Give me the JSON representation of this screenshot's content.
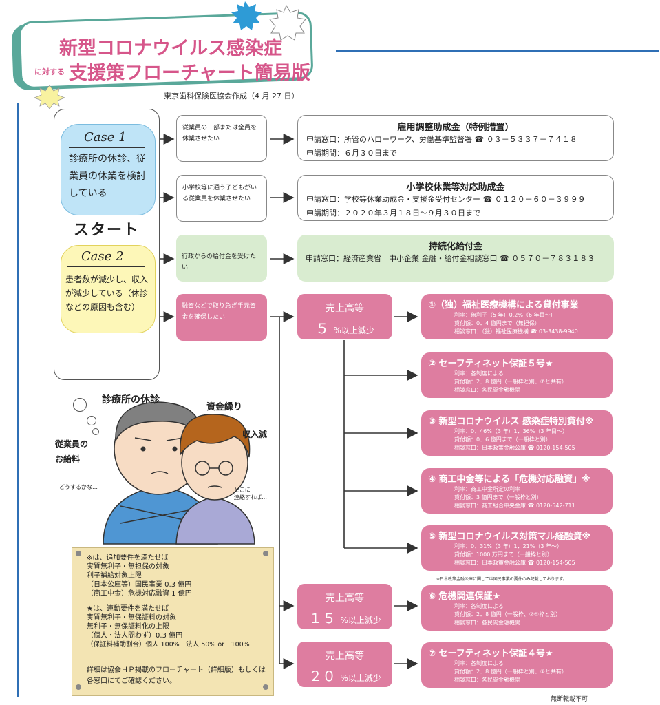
{
  "title": {
    "line1": "新型コロナウイルス感染症",
    "prefix": "に対する",
    "line2": "支援策フローチャート簡易版"
  },
  "author": "東京歯科保険医協会作成（4 月 27 日）",
  "start_label": "スタート",
  "case1": {
    "label": "Case 1",
    "text": "診療所の休診、従業員の休業を検討している"
  },
  "case2": {
    "label": "Case 2",
    "text": "患者数が減少し、収入が減少している（休診などの原因も含む）"
  },
  "mid_boxes": [
    "従業員の一部または全員を休業させたい",
    "小学校等に通う子どもがいる従業員を休業させたい",
    "行政からの給付金を受けたい",
    "融資などで取り急ぎ手元資金を確保したい"
  ],
  "programs": [
    {
      "title": "雇用調整助成金（特例措置）",
      "line1": "申請窓口：所管のハローワーク、労働基準監督署 ☎ ０３－５３３７－７４１８",
      "line2": "申請期間：６月３０日まで"
    },
    {
      "title": "小学校休業等対応助成金",
      "line1": "申請窓口：学校等休業助成金・支援金受付センター ☎ ０１２０－６０－３９９９",
      "line2": "申請期間：２０２０年３月１８日～９月３０日まで"
    },
    {
      "title": "持続化給付金",
      "line1": "申請窓口：経済産業省　中小企業 金融・給付金相談窓口 ☎ ０５７０－７８３１８３"
    }
  ],
  "sales": [
    {
      "label": "売上高等",
      "pct": "５",
      "suffix": "%以上減少"
    },
    {
      "label": "売上高等",
      "pct": "１５",
      "suffix": "%以上減少"
    },
    {
      "label": "売上高等",
      "pct": "２０",
      "suffix": "%以上減少"
    }
  ],
  "loans": [
    {
      "title": "①（独）福祉医療機構による貸付事業",
      "d": [
        "利率：無利子（5 年）0.2%（6 年目～）",
        "貸付額：0．4 億円まで（無担保）",
        "相談窓口：（独）福祉医療機構 ☎ 03-3438-9940"
      ]
    },
    {
      "title": "② セーフティネット保証５号★",
      "d": [
        "利率：各制度による",
        "貸付額：2．8 億円（一般枠と別、⑦と共有）",
        "相談窓口：各民間金融機関"
      ]
    },
    {
      "title": "③ 新型コロナウイルス 感染症特別貸付※",
      "d": [
        "利率：0．46%（3 年）1．36%（3 年目～）",
        "貸付額：0．6 億円まで（一般枠と別）",
        "相談窓口：日本政策金融公庫 ☎ 0120-154-505"
      ]
    },
    {
      "title": "④ 商工中金等による「危機対応融資」※",
      "d": [
        "利率：商工中金所定の利率",
        "貸付額：3 億円まで（一般枠と別）",
        "相談窓口：商工組合中央金庫 ☎ 0120-542-711"
      ]
    },
    {
      "title": "⑤ 新型コロナウイルス対策マル経融資※",
      "d": [
        "利率：0．31%（3 年）1．21%（3 年～）",
        "貸付額：1000 万円まで（一般枠と別）",
        "相談窓口：日本政策金融公庫 ☎ 0120-154-505"
      ]
    },
    {
      "title": "⑥ 危機関連保証★",
      "d": [
        "利率：各制度による",
        "貸付額：2．8 億円（一般枠、②⑤枠と別）",
        "相談窓口：各民間金融機関"
      ]
    },
    {
      "title": "⑦ セーフティネット保証４号★",
      "d": [
        "利率：各制度による",
        "貸付額：2．8 億円（一般枠と別、②と共有）",
        "相談窓口：各民間金融機関"
      ]
    }
  ],
  "footnote_jfc": "※日本政策金融公庫に関しては国民事業の要件のみ記載しております。",
  "illustration": {
    "clinic_closure": "診療所の休診",
    "cash_flow": "資金繰り",
    "income_drop": "収入減",
    "salary": "従業員の\nお給料",
    "thought1": "どうするかな…",
    "thought2": "どこに\n連絡すれば…"
  },
  "notes": [
    "※は、追加要件を満たせば",
    "実質無利子・無担保の対象",
    "利子補給対象上限",
    "（日本公庫等）国民事業 0.3 億円",
    "（商工中金）危機対応融資 1 億円",
    "",
    "★は、連動要件を満たせば",
    "実質無利子・無保証料の対象",
    "無利子・無保証料化の上限",
    "（個人・法人問わず）0.3 億円",
    "（保証料補助割合）個人 100%　法人 50% or　100%"
  ],
  "notes_footer": "詳細は協会ＨＰ掲載のフローチャート（詳細版）もしくは各窓口にてご確認ください。",
  "footer": "無断転載不可",
  "colors": {
    "pink": "#de7da0",
    "green": "#d9ecd0",
    "teal": "#5aa89a",
    "blue": "#2f6fb5",
    "case1": "#bfe4f7",
    "case2": "#fdf7b8",
    "note": "#f3e4b3"
  }
}
